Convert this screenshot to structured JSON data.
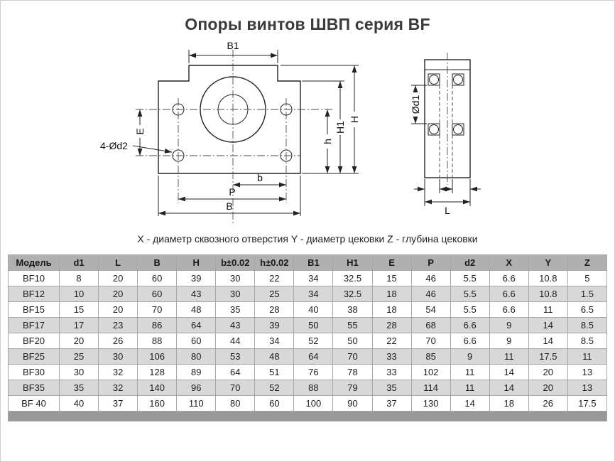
{
  "page": {
    "title": "Опоры винтов ШВП серия BF",
    "caption": "X - диаметр сквозного отверстия Y - диаметр цековки Z - глубина цековки"
  },
  "colors": {
    "table_header_bg": "#b0b0b0",
    "row_stripe_bg": "#d8d8d8",
    "footer_bar_bg": "#989898",
    "line_color": "#222222"
  },
  "drawing": {
    "labels": {
      "b1": "B1",
      "h": "H",
      "h1": "H1",
      "h_small": "h",
      "e": "E",
      "p": "P",
      "b": "B",
      "b_small": "b",
      "holes_callout": "4-Ød2",
      "d1": "Ød1",
      "l": "L"
    }
  },
  "table": {
    "headers": [
      "Модель",
      "d1",
      "L",
      "B",
      "H",
      "b±0.02",
      "h±0.02",
      "B1",
      "H1",
      "E",
      "P",
      "d2",
      "X",
      "Y",
      "Z"
    ],
    "rows": [
      [
        "BF10",
        "8",
        "20",
        "60",
        "39",
        "30",
        "22",
        "34",
        "32.5",
        "15",
        "46",
        "5.5",
        "6.6",
        "10.8",
        "5"
      ],
      [
        "BF12",
        "10",
        "20",
        "60",
        "43",
        "30",
        "25",
        "34",
        "32.5",
        "18",
        "46",
        "5.5",
        "6.6",
        "10.8",
        "1.5"
      ],
      [
        "BF15",
        "15",
        "20",
        "70",
        "48",
        "35",
        "28",
        "40",
        "38",
        "18",
        "54",
        "5.5",
        "6.6",
        "11",
        "6.5"
      ],
      [
        "BF17",
        "17",
        "23",
        "86",
        "64",
        "43",
        "39",
        "50",
        "55",
        "28",
        "68",
        "6.6",
        "9",
        "14",
        "8.5"
      ],
      [
        "BF20",
        "20",
        "26",
        "88",
        "60",
        "44",
        "34",
        "52",
        "50",
        "22",
        "70",
        "6.6",
        "9",
        "14",
        "8.5"
      ],
      [
        "BF25",
        "25",
        "30",
        "106",
        "80",
        "53",
        "48",
        "64",
        "70",
        "33",
        "85",
        "9",
        "11",
        "17.5",
        "11"
      ],
      [
        "BF30",
        "30",
        "32",
        "128",
        "89",
        "64",
        "51",
        "76",
        "78",
        "33",
        "102",
        "11",
        "14",
        "20",
        "13"
      ],
      [
        "BF35",
        "35",
        "32",
        "140",
        "96",
        "70",
        "52",
        "88",
        "79",
        "35",
        "114",
        "11",
        "14",
        "20",
        "13"
      ],
      [
        "BF 40",
        "40",
        "37",
        "160",
        "110",
        "80",
        "60",
        "100",
        "90",
        "37",
        "130",
        "14",
        "18",
        "26",
        "17.5"
      ]
    ]
  }
}
